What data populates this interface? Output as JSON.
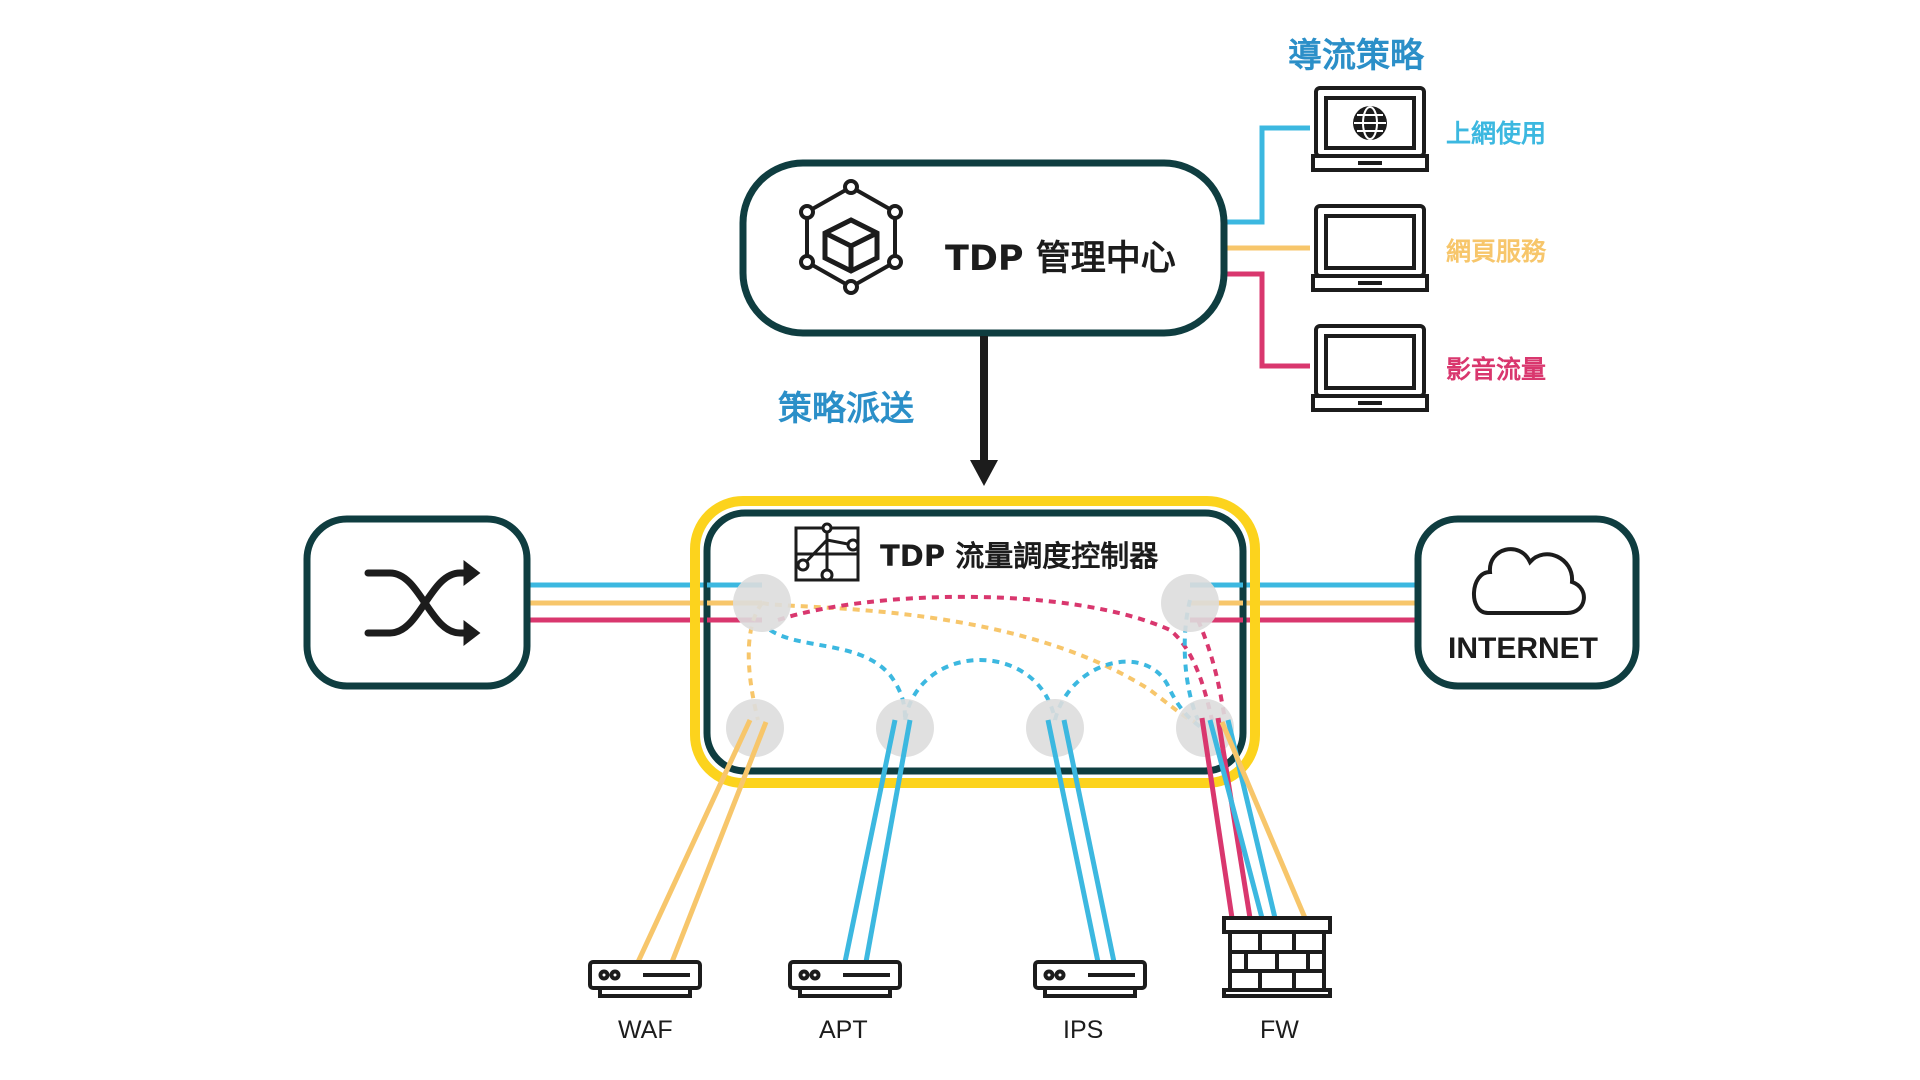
{
  "title": "導流策略",
  "policy_push": "策略派送",
  "management_center": "TDP 管理中心",
  "controller": "TDP 流量調度控制器",
  "internet": "INTERNET",
  "policies": [
    {
      "label": "上網使用",
      "color": "#3cb8e0",
      "icon": "globe-laptop-icon"
    },
    {
      "label": "網頁服務",
      "color": "#f7c66b",
      "icon": "laptop-icon"
    },
    {
      "label": "影音流量",
      "color": "#d9376e",
      "icon": "laptop-icon"
    }
  ],
  "devices": [
    {
      "label": "WAF",
      "icon": "server-appliance-icon"
    },
    {
      "label": "APT",
      "icon": "server-appliance-icon"
    },
    {
      "label": "IPS",
      "icon": "server-appliance-icon"
    },
    {
      "label": "FW",
      "icon": "brick-firewall-icon"
    }
  ],
  "colors": {
    "dark_teal": "#0f3d40",
    "controller_border": "#fcd31d",
    "node": "#dddddd"
  }
}
